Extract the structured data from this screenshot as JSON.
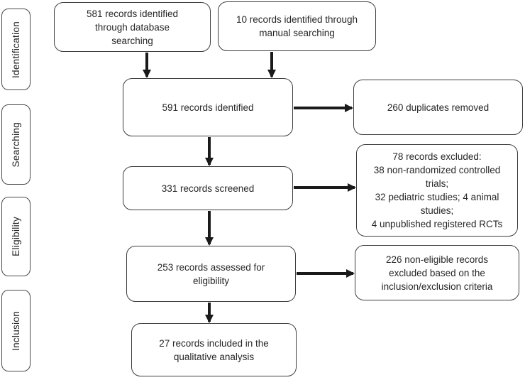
{
  "diagram": {
    "type": "prisma-flowchart",
    "stages": {
      "identification": "Identification",
      "searching": "Searching",
      "eligibility": "Eligibility",
      "inclusion": "Inclusion"
    },
    "boxes": {
      "database_search": "581 records identified\nthrough database\nsearching",
      "manual_search": "10 records identified through\nmanual searching",
      "identified": "591 records identified",
      "duplicates": "260 duplicates removed",
      "screened": "331 records screened",
      "excluded": "78 records excluded:\n38 non-randomized controlled trials;\n32 pediatric studies; 4 animal studies;\n4 unpublished registered RCTs",
      "assessed": "253 records assessed for\neligibility",
      "non_eligible": "226 non-eligible records\nexcluded based on the\ninclusion/exclusion criteria",
      "included": "27 records included in the\nqualitative analysis"
    },
    "counts": {
      "database_search": 581,
      "manual_search": 10,
      "identified": 591,
      "duplicates_removed": 260,
      "screened": 331,
      "excluded_total": 78,
      "excluded_non_randomized": 38,
      "excluded_pediatric": 32,
      "excluded_animal": 4,
      "excluded_unpublished_rcts": 4,
      "assessed": 253,
      "non_eligible_excluded": 226,
      "included_qualitative": 27
    },
    "colors": {
      "background": "#ffffff",
      "box_border": "#3e3e40",
      "text": "#262626",
      "arrow": "#1a1a1a"
    }
  }
}
